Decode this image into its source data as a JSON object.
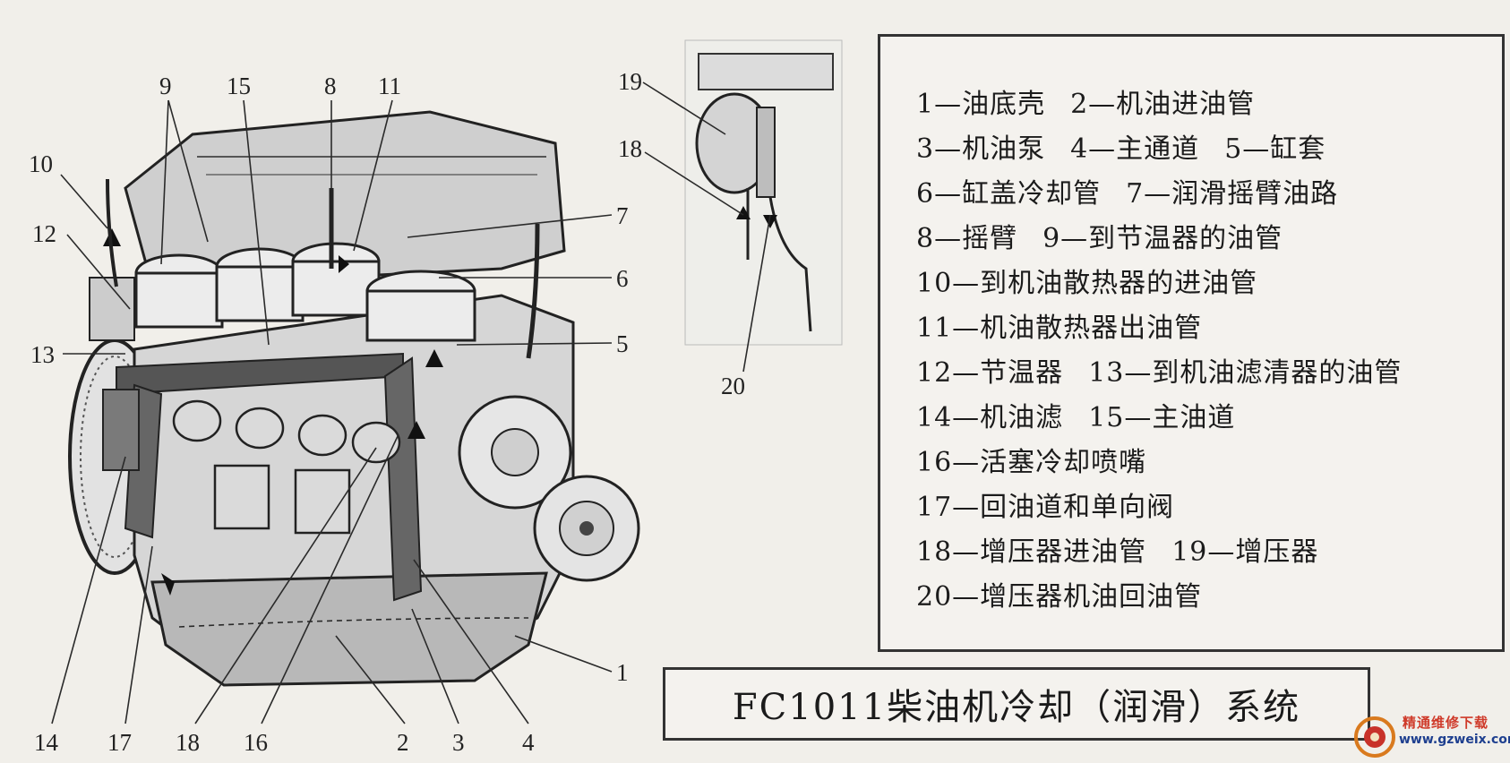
{
  "callouts": {
    "n9": "9",
    "n15": "15",
    "n8": "8",
    "n11": "11",
    "n10": "10",
    "n12": "12",
    "n7": "7",
    "n6": "6",
    "n5": "5",
    "n13": "13",
    "n1": "1",
    "n14": "14",
    "n17": "17",
    "n18": "18",
    "n16": "16",
    "n2": "2",
    "n3": "3",
    "n4": "4",
    "inset_19": "19",
    "inset_18": "18",
    "inset_20": "20"
  },
  "legend": [
    [
      "1—油底壳",
      "2—机油进油管"
    ],
    [
      "3—机油泵",
      "4—主通道",
      "5—缸套"
    ],
    [
      "6—缸盖冷却管",
      "7—润滑摇臂油路"
    ],
    [
      "8—摇臂",
      "9—到节温器的油管"
    ],
    [
      "10—到机油散热器的进油管"
    ],
    [
      "11—机油散热器出油管"
    ],
    [
      "12—节温器",
      "13—到机油滤清器的油管"
    ],
    [
      "14—机油滤",
      "15—主油道"
    ],
    [
      "16—活塞冷却喷嘴"
    ],
    [
      "17—回油道和单向阀"
    ],
    [
      "18—增压器进油管",
      "19—增压器"
    ],
    [
      "20—增压器机油回油管"
    ]
  ],
  "title": "FC1011柴油机冷却（润滑）系统",
  "watermark": {
    "name": "精通维修下载",
    "url": "www.gzweix.com"
  }
}
